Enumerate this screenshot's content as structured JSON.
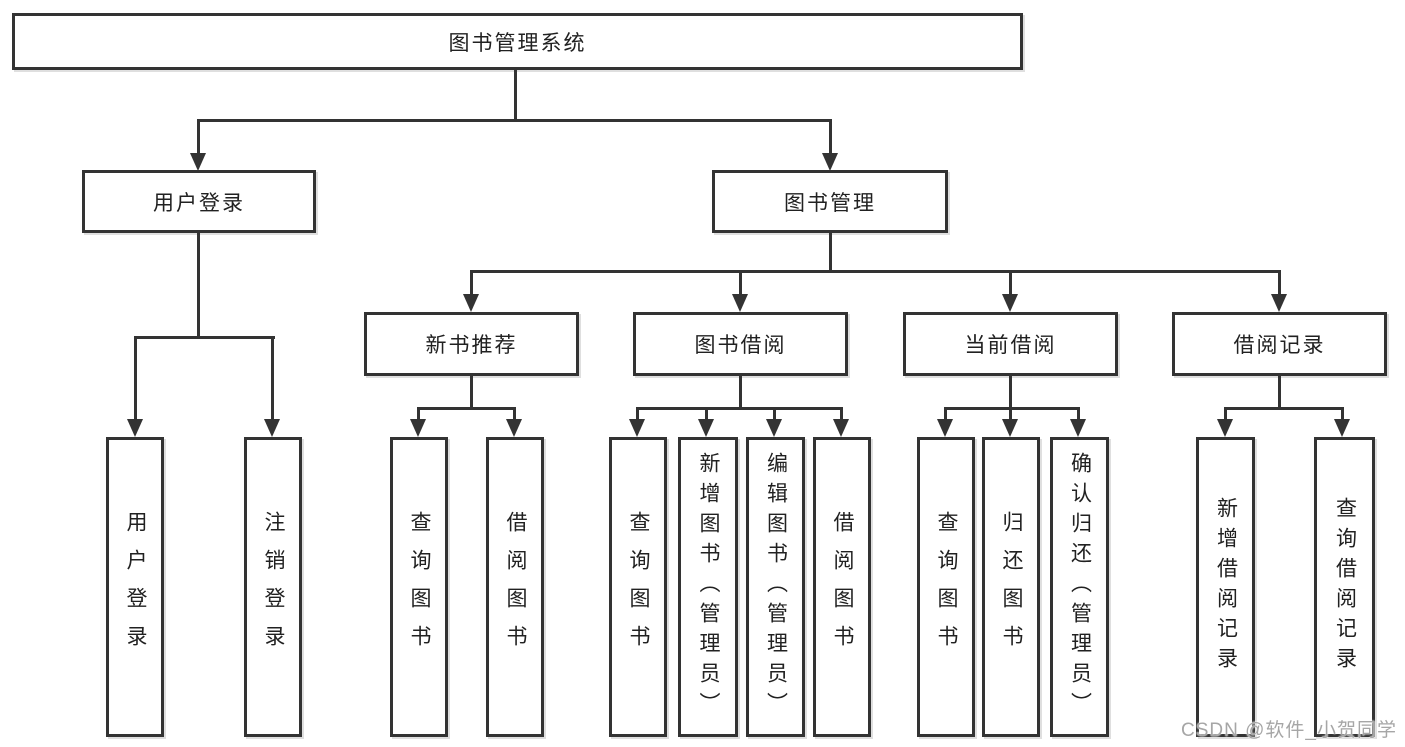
{
  "tree": {
    "root": "图书管理系统",
    "children": [
      {
        "label": "用户登录",
        "children": [
          {
            "label": "用户登录"
          },
          {
            "label": "注销登录"
          }
        ]
      },
      {
        "label": "图书管理",
        "children": [
          {
            "label": "新书推荐",
            "children": [
              {
                "label": "查询图书"
              },
              {
                "label": "借阅图书"
              }
            ]
          },
          {
            "label": "图书借阅",
            "children": [
              {
                "label": "查询图书"
              },
              {
                "label": "新增图书（管理员）"
              },
              {
                "label": "编辑图书（管理员）"
              },
              {
                "label": "借阅图书"
              }
            ]
          },
          {
            "label": "当前借阅",
            "children": [
              {
                "label": "查询图书"
              },
              {
                "label": "归还图书"
              },
              {
                "label": "确认归还（管理员）"
              }
            ]
          },
          {
            "label": "借阅记录",
            "children": [
              {
                "label": "新增借阅记录"
              },
              {
                "label": "查询借阅记录"
              }
            ]
          }
        ]
      }
    ]
  },
  "watermark": {
    "text": "CSDN @软件_小贺同学"
  },
  "colors": {
    "background": "#ffffff",
    "line": "#333333",
    "text": "#212121",
    "watermark": "#a6a6a6"
  }
}
